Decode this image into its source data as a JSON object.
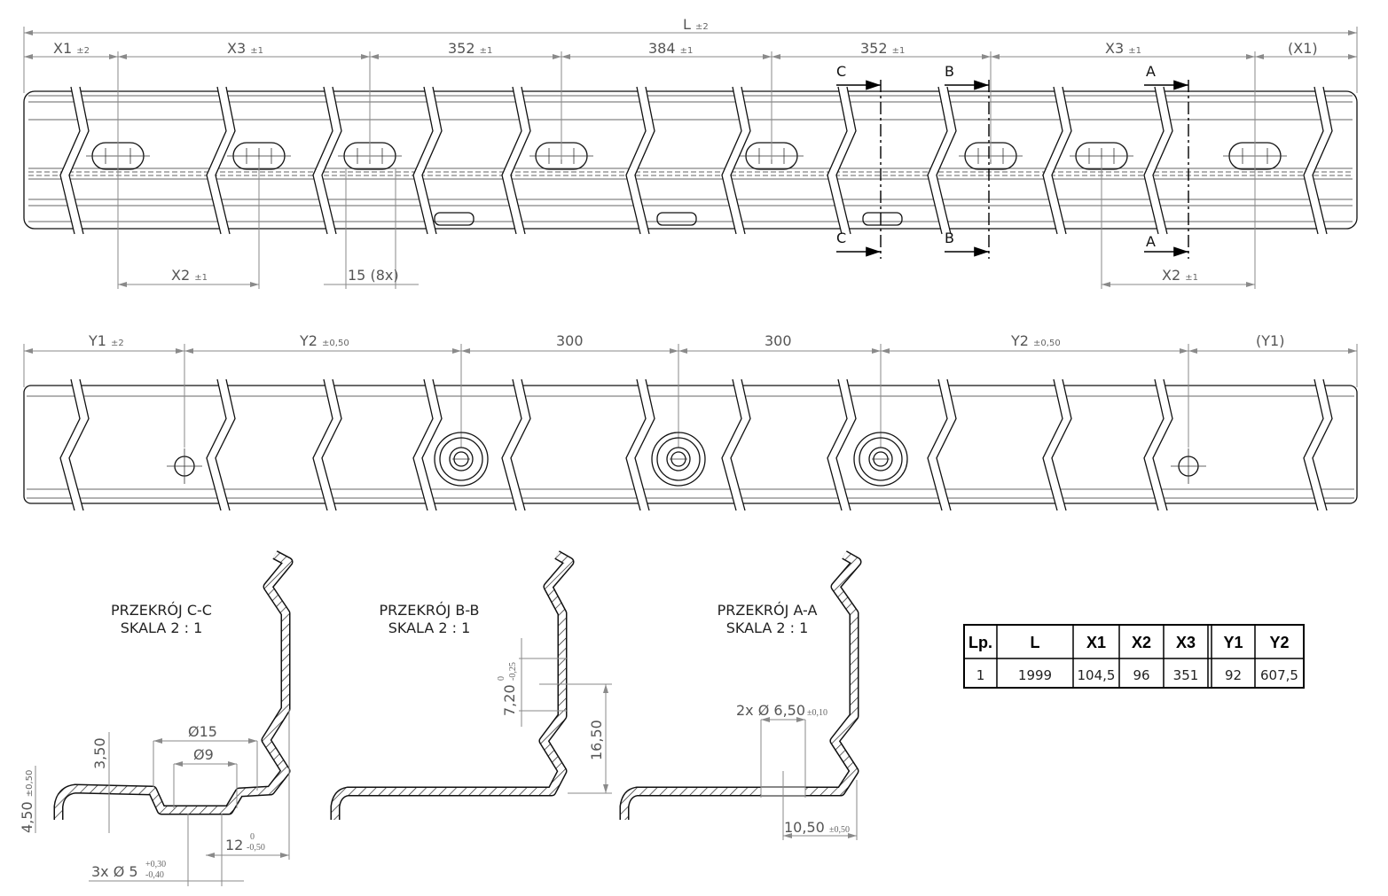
{
  "top_view": {
    "overall": {
      "label": "L",
      "tol": "±2"
    },
    "segments": [
      {
        "label": "X1",
        "tol": "±2"
      },
      {
        "label": "X3",
        "tol": "±1"
      },
      {
        "label": "352",
        "tol": "±1"
      },
      {
        "label": "384",
        "tol": "±1"
      },
      {
        "label": "352",
        "tol": "±1"
      },
      {
        "label": "X3",
        "tol": "±1"
      },
      {
        "label": "(X1)",
        "tol": ""
      }
    ],
    "bottom_dims": [
      {
        "label": "X2",
        "tol": "±1"
      },
      {
        "label": "15 (8x)",
        "tol": ""
      },
      {
        "label": "X2",
        "tol": "±1"
      }
    ],
    "section_marks": [
      "C",
      "B",
      "A"
    ]
  },
  "side_view": {
    "segments": [
      {
        "label": "Y1",
        "tol": "±2"
      },
      {
        "label": "Y2",
        "tol": "±0,50"
      },
      {
        "label": "300",
        "tol": ""
      },
      {
        "label": "300",
        "tol": ""
      },
      {
        "label": "Y2",
        "tol": "±0,50"
      },
      {
        "label": "(Y1)",
        "tol": ""
      }
    ]
  },
  "sections": {
    "cc": {
      "title": "PRZEKRÓJ C-C",
      "scale": "SKALA 2 : 1",
      "d15": "Ø15",
      "d9": "Ø9",
      "h350": "3,50",
      "h450": "4,50",
      "h450_tol": "±0,50",
      "d12": "12",
      "d12_tol_up": "0",
      "d12_tol_dn": "-0,50",
      "holes": "3x Ø 5",
      "holes_tol_up": "+0,30",
      "holes_tol_dn": "-0,40"
    },
    "bb": {
      "title": "PRZEKRÓJ B-B",
      "scale": "SKALA 2 : 1",
      "h720": "7,20",
      "h720_tol_up": "0",
      "h720_tol_dn": "-0,25",
      "h1650": "16,50"
    },
    "aa": {
      "title": "PRZEKRÓJ A-A",
      "scale": "SKALA 2 : 1",
      "holes": "2x Ø 6,50",
      "holes_tol": "±0,10",
      "d1050": "10,50",
      "d1050_tol": "±0,50"
    }
  },
  "table": {
    "headers": [
      "Lp.",
      "L",
      "X1",
      "X2",
      "X3",
      "Y1",
      "Y2"
    ],
    "rows": [
      [
        "1",
        "1999",
        "104,5",
        "96",
        "351",
        "92",
        "607,5"
      ]
    ]
  }
}
